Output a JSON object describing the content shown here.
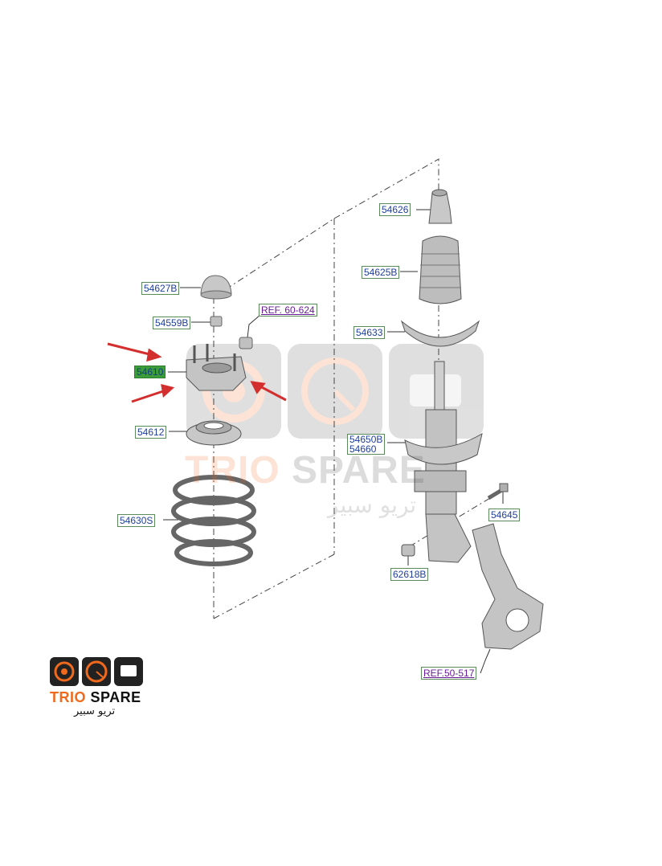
{
  "labels": {
    "l54627B": "54627B",
    "l54559B": "54559B",
    "l54610": "54610",
    "l54612": "54612",
    "l54630S": "54630S",
    "ref60": "REF. 60-624",
    "l54626": "54626",
    "l54625B": "54625B",
    "l54633": "54633",
    "l54650B": "54650B",
    "l54660": "54660",
    "l54645": "54645",
    "l62618B": "62618B",
    "ref50": "REF.50-517"
  },
  "watermark": {
    "name_a": "TRIO",
    "name_b": " SPARE",
    "arabic": "تريو سبير"
  },
  "brand": {
    "name_a": "TRIO",
    "name_b": " SPARE",
    "arabic": "تريو سبير"
  },
  "colors": {
    "arrow": "#d32f2f",
    "highlight": "#3a9d3a",
    "label_text": "#1f3f9a",
    "ref_text": "#6a1b9a",
    "brand_orange": "#f06a1e"
  }
}
